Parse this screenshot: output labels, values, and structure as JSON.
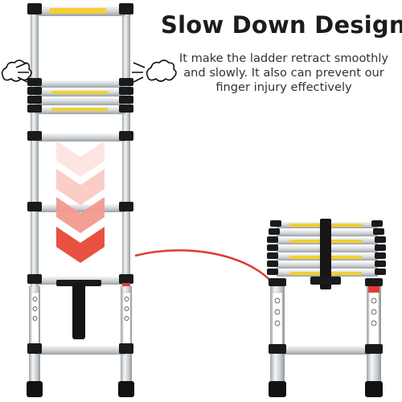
{
  "headline": "Slow Down Design",
  "description_lines": [
    "It make the ladder retract smoothly",
    "and slowly. It also can prevent our",
    "finger injury effectively"
  ],
  "colors": {
    "aluminum": "#d9dde0",
    "black_cap": "#1a1a1a",
    "warning_label": "#f3cf2e",
    "arrow_red": "#e23a2e",
    "chevron_fade": "#f6b9b1",
    "accent_red": "#e53935"
  },
  "icons": [
    "puff-cloud-icon",
    "curved-arrow-icon",
    "chevron-down-icon"
  ]
}
